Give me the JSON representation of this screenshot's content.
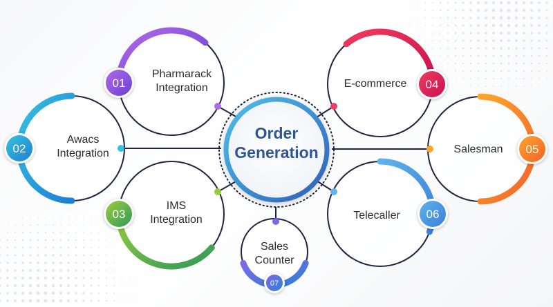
{
  "center": {
    "line1": "Order",
    "line2": "Generation",
    "color": "#2f5597"
  },
  "nodes": [
    {
      "id": "01",
      "number": "01",
      "lines": [
        "Pharmarack",
        "Integration"
      ],
      "color_start": "#b06ae6",
      "color_end": "#6a3fd6"
    },
    {
      "id": "02",
      "number": "02",
      "lines": [
        "Awacs",
        "Integration"
      ],
      "color_start": "#35c2e0",
      "color_end": "#1e7fd4"
    },
    {
      "id": "03",
      "number": "03",
      "lines": [
        "IMS",
        "Integration"
      ],
      "color_start": "#9ccc3c",
      "color_end": "#2f9a5a"
    },
    {
      "id": "04",
      "number": "04",
      "lines": [
        "E-commerce"
      ],
      "color_start": "#f03a5f",
      "color_end": "#c8104f"
    },
    {
      "id": "05",
      "number": "05",
      "lines": [
        "Salesman"
      ],
      "color_start": "#ffa52a",
      "color_end": "#f2622a"
    },
    {
      "id": "06",
      "number": "06",
      "lines": [
        "Telecaller"
      ],
      "color_start": "#5fb2ec",
      "color_end": "#3b7fd6"
    },
    {
      "id": "07",
      "number": "07",
      "lines": [
        "Sales",
        "Counter"
      ],
      "color_start": "#7a6ae6",
      "color_end": "#2f7fd6"
    }
  ],
  "colors": {
    "line": "#1f2440",
    "badge_ring": "#ffffff"
  }
}
